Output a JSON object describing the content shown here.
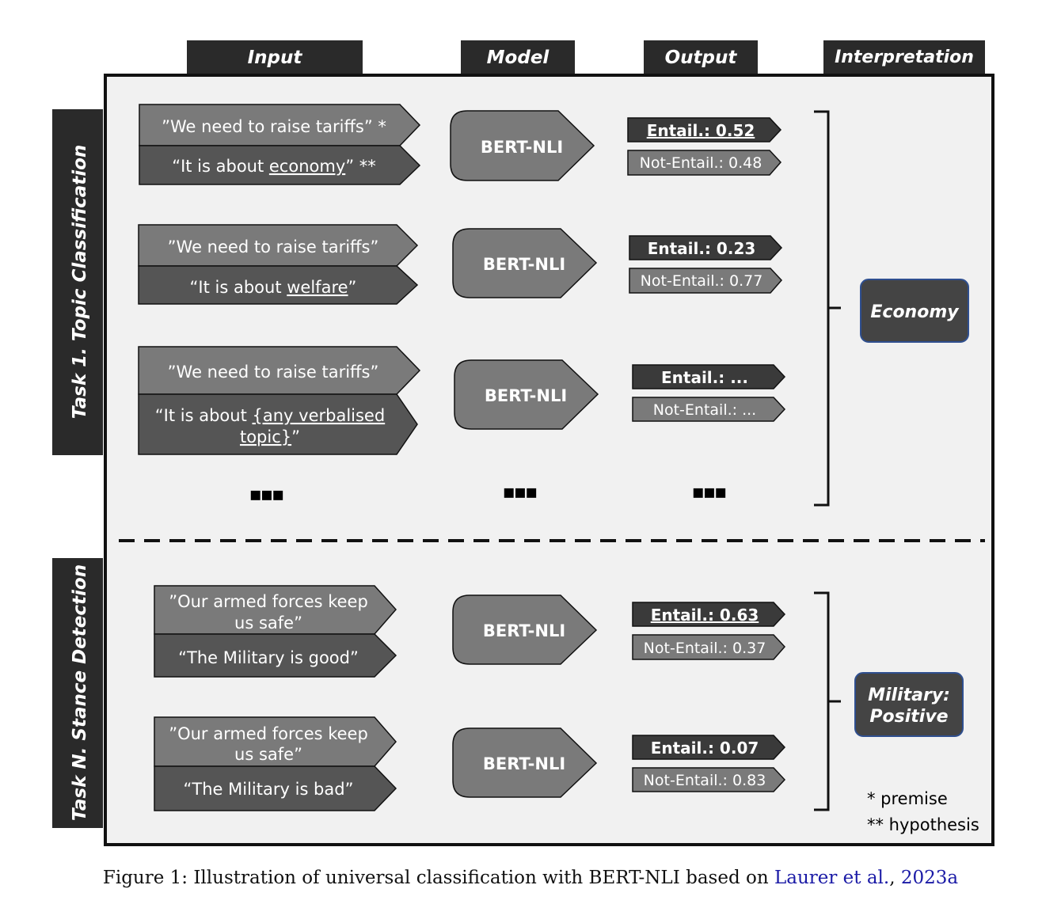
{
  "headers": {
    "input": "Input",
    "model": "Model",
    "output": "Output",
    "interpretation": "Interpretation"
  },
  "tasks": {
    "task1_label": "Task 1. Topic Classification",
    "taskN_label": "Task N. Stance Detection"
  },
  "model_label": "BERT-NLI",
  "task1": {
    "rows": [
      {
        "premise": "”We need to raise tariffs” *",
        "hyp_pre": "“It is about ",
        "hyp_u": "economy",
        "hyp_post": "” **",
        "entail": "Entail.: 0.52",
        "not_entail": "Not-Entail.: 0.48"
      },
      {
        "premise": "”We need to raise tariffs”",
        "hyp_pre": "“It is about ",
        "hyp_u": "welfare",
        "hyp_post": "”",
        "entail": "Entail.: 0.23",
        "not_entail": "Not-Entail.: 0.77"
      },
      {
        "premise": "”We need to raise tariffs”",
        "hyp_pre": "“It is about ",
        "hyp_u": "{any verbalised",
        "hyp2_u": "topic}",
        "hyp2_post": "”",
        "entail": "Entail.: ...",
        "not_entail": "Not-Entail.: ..."
      }
    ],
    "ellipsis": "▪▪▪",
    "interpretation": "Economy"
  },
  "taskN": {
    "rows": [
      {
        "premise_l1": "”Our armed forces keep",
        "premise_l2": "us safe”",
        "hypothesis": "“The Military is good”",
        "entail": "Entail.: 0.63",
        "not_entail": "Not-Entail.: 0.37"
      },
      {
        "premise_l1": "”Our armed forces keep",
        "premise_l2": "us safe”",
        "hypothesis": "“The Military is bad”",
        "entail": "Entail.: 0.07",
        "not_entail": "Not-Entail.: 0.83"
      }
    ],
    "interpretation_l1": "Military:",
    "interpretation_l2": "Positive"
  },
  "legend": {
    "premise": "* premise",
    "hypothesis": "** hypothesis"
  },
  "caption": {
    "text": "Figure 1: Illustration of universal classification with BERT-NLI based on ",
    "link1": "Laurer et al.",
    "sep": ", ",
    "link2": "2023a"
  },
  "colors": {
    "dark": "#3a3a3a",
    "mid": "#5a5a5a",
    "light": "#7a7a7a",
    "header": "#2a2a2a",
    "panel": "#f1f1f1",
    "accent_border": "#2f4f8f"
  }
}
